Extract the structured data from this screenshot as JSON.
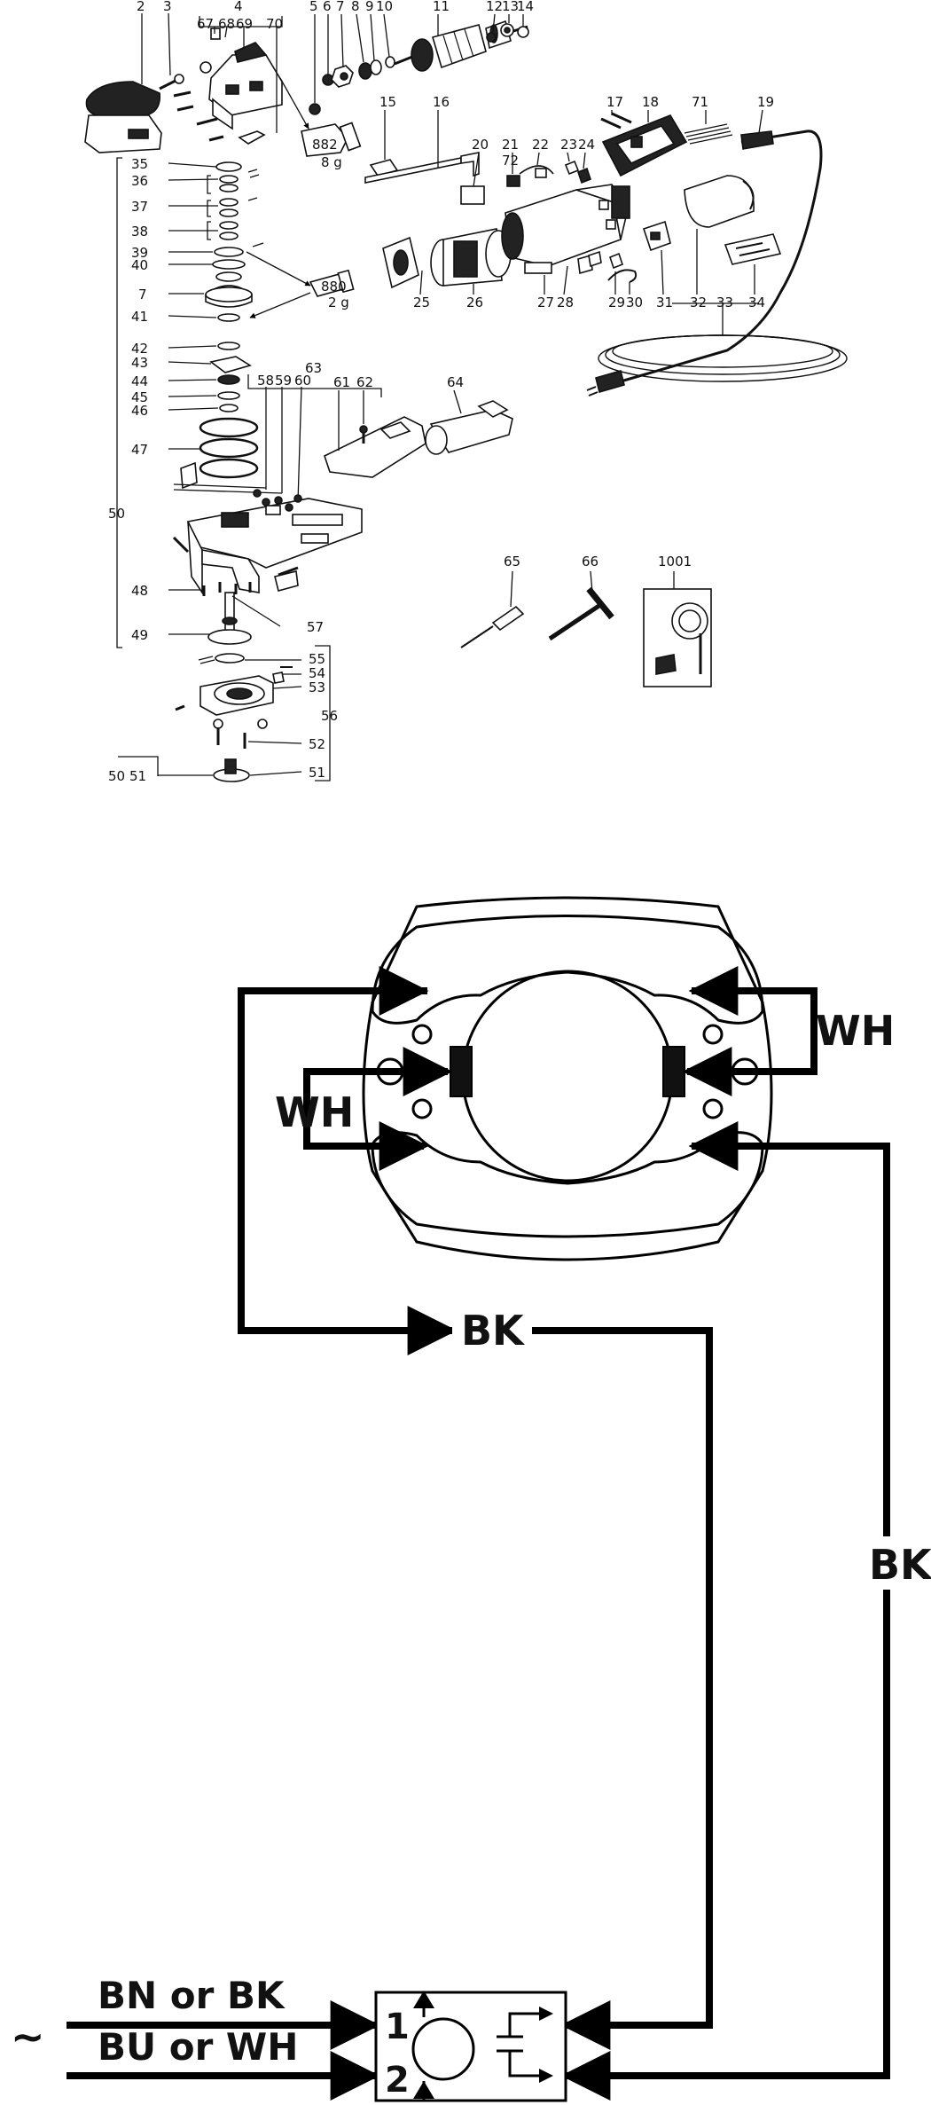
{
  "exploded_view": {
    "part_numbers": [
      "2",
      "3",
      "4",
      "5",
      "6",
      "7",
      "8",
      "9",
      "10",
      "11",
      "12",
      "13",
      "14",
      "15",
      "16",
      "17",
      "18",
      "19",
      "20",
      "21",
      "22",
      "23",
      "24",
      "25",
      "26",
      "27",
      "28",
      "29",
      "30",
      "31",
      "32",
      "33",
      "34",
      "35",
      "36",
      "37",
      "38",
      "39",
      "40",
      "7",
      "41",
      "42",
      "43",
      "44",
      "45",
      "46",
      "47",
      "48",
      "49",
      "50",
      "50",
      "51",
      "51",
      "52",
      "53",
      "54",
      "55",
      "56",
      "57",
      "58",
      "59",
      "60",
      "61",
      "62",
      "63",
      "64",
      "65",
      "66",
      "67",
      "68",
      "69",
      "70",
      "71",
      "72",
      "1001"
    ],
    "grease_882": {
      "code": "882",
      "amount": "8 g"
    },
    "grease_880": {
      "code": "880",
      "amount": "2 g"
    }
  },
  "wiring": {
    "wire_colors": {
      "black": "BK",
      "white": "WH",
      "black_right": "BK",
      "white_left": "WH"
    },
    "supply_labels": {
      "line1": "BN or BK",
      "line2": "BU or WH"
    },
    "ac_symbol": "~",
    "terminals": {
      "t1": "1",
      "t2": "2"
    }
  }
}
